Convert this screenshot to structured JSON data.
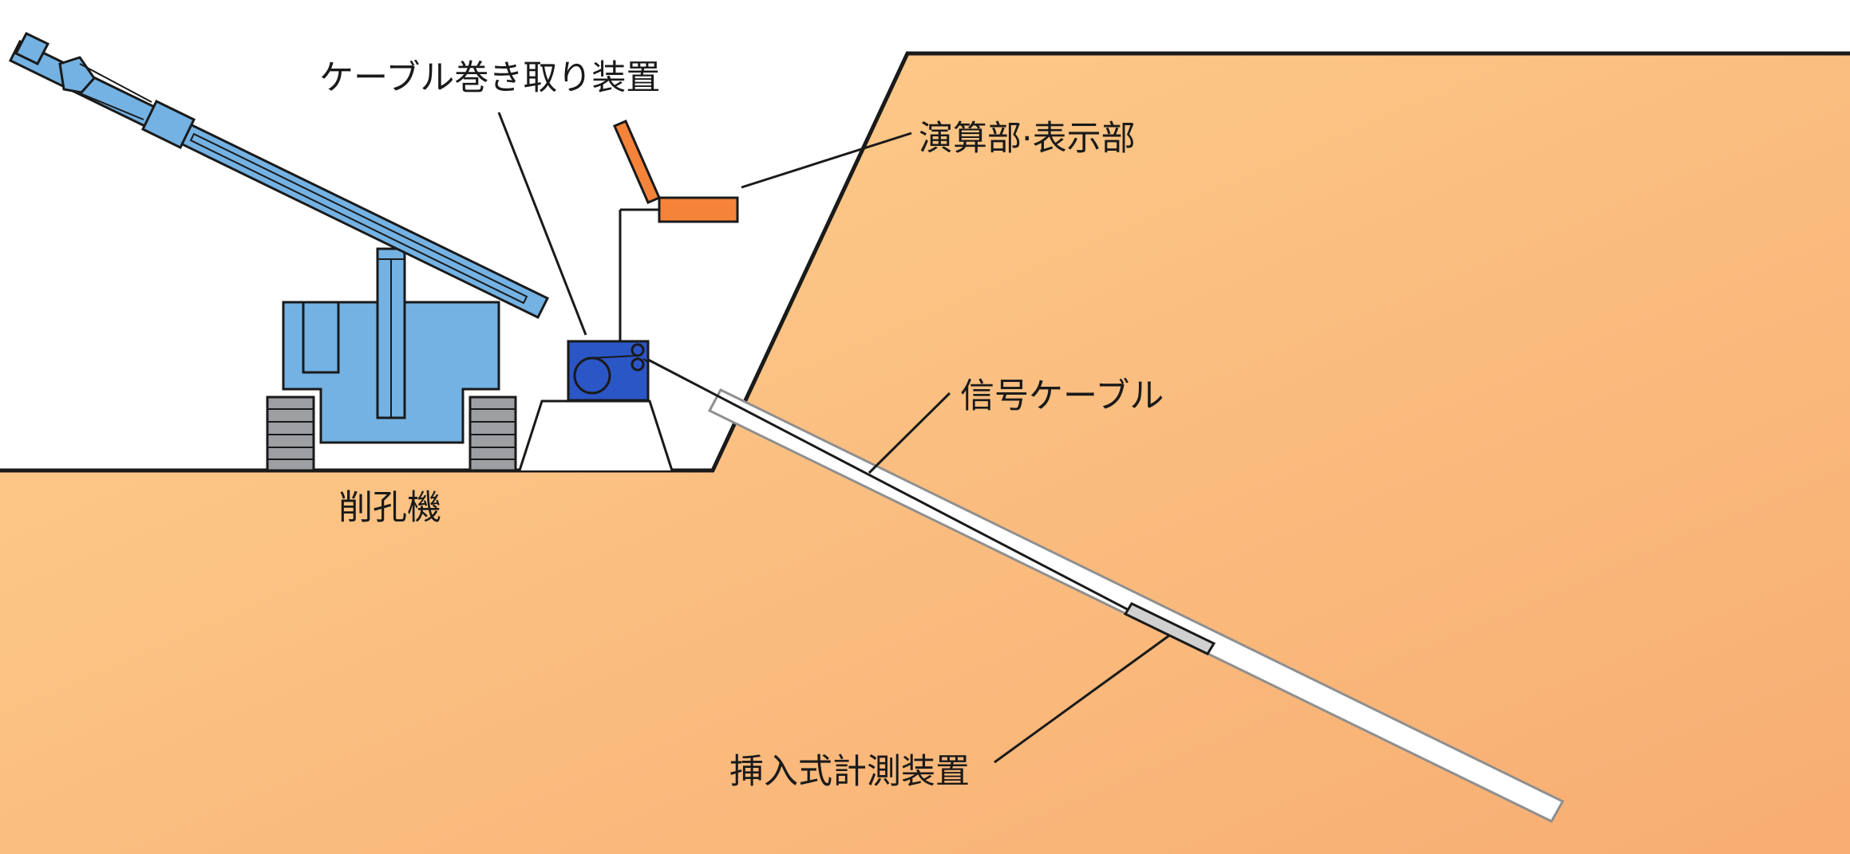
{
  "labels": {
    "cable_winder": "ケーブル巻き取り装置",
    "compute_display": "演算部·表示部",
    "signal_cable": "信号ケーブル",
    "drilling_machine": "削孔機",
    "insertion_device": "挿入式計測装置"
  },
  "colors": {
    "ground_light": "#fdd08e",
    "ground_dark": "#f8ad72",
    "machine_blue": "#74b2e3",
    "winder_blue": "#2b56c6",
    "display_orange": "#f5843a",
    "track_gray": "#9d9fa3",
    "device_gray": "#d0d0d0",
    "line": "#1a1a1a"
  }
}
